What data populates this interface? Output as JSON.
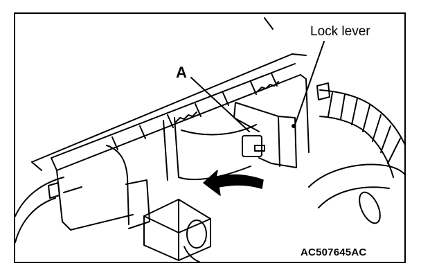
{
  "labels": {
    "lock_lever": "Lock lever",
    "point_a": "A",
    "figure_code": "AC507645AC"
  },
  "colors": {
    "line": "#000000",
    "background": "#ffffff"
  }
}
